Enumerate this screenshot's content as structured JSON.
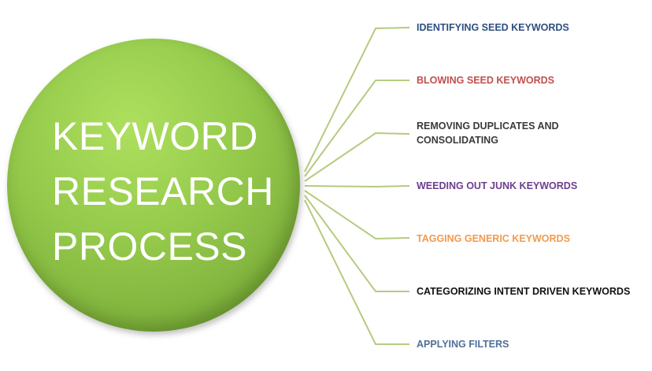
{
  "title_lines": [
    "KEYWORD",
    "RESEARCH",
    "PROCESS"
  ],
  "colors": {
    "circle_fill": "#93c84a",
    "connector_line": "#b5cb80"
  },
  "steps": [
    {
      "lines": [
        "IDENTIFYING SEED KEYWORDS"
      ],
      "color": "#2f4f7f"
    },
    {
      "lines": [
        "BLOWING SEED KEYWORDS"
      ],
      "color": "#c0504d"
    },
    {
      "lines": [
        "REMOVING DUPLICATES AND",
        "CONSOLIDATING"
      ],
      "color": "#3a3a3a"
    },
    {
      "lines": [
        "WEEDING OUT JUNK KEYWORDS"
      ],
      "color": "#6b3f8f"
    },
    {
      "lines": [
        "TAGGING GENERIC KEYWORDS"
      ],
      "color": "#f19b4d"
    },
    {
      "lines": [
        "CATEGORIZING INTENT DRIVEN KEYWORDS"
      ],
      "color": "#111111"
    },
    {
      "lines": [
        "APPLYING FILTERS"
      ],
      "color": "#4f6f9a"
    }
  ]
}
